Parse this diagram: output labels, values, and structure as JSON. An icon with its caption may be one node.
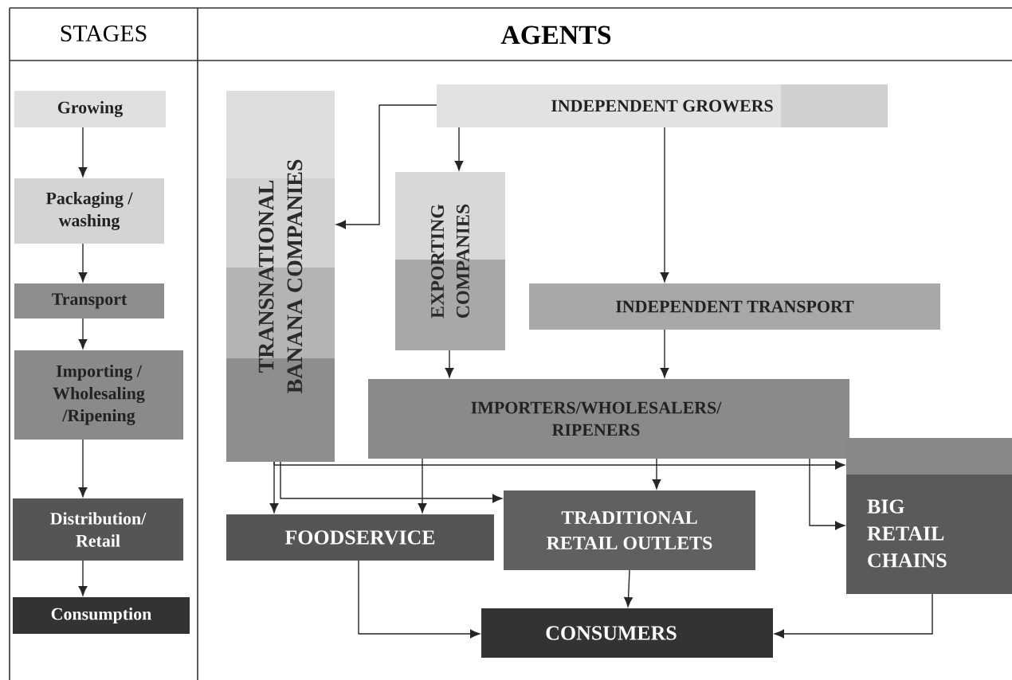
{
  "diagram": {
    "nodes": [
      {
        "text": [
          "Growing"
        ]
      },
      {
        "text": [
          "Packaging / washing"
        ]
      },
      {
        "text": [
          "Transport"
        ]
      },
      {
        "text": [
          "Importing / Wholesaling /Ripening"
        ]
      },
      {
        "text": [
          "Distribution/ Retail"
        ]
      },
      {
        "text": [
          "Consumption"
        ]
      },
      {
        "text": [
          "TRANSNATIONAL BANANA COMPANIES"
        ]
      },
      {
        "text": [
          "INDEPENDENT GROWERS"
        ]
      },
      {
        "text": [
          "EXPORTING COMPANIES"
        ]
      },
      {
        "text": [
          "INDEPENDENT TRANSPORT"
        ]
      },
      {
        "text": [
          "IMPORTERS/WHOLESALERS/ RIPENERS"
        ]
      },
      {
        "text": [
          "FOODSERVICE"
        ]
      },
      {
        "text": [
          "TRADITIONAL RETAIL OUTLETS"
        ]
      },
      {
        "text": [
          "BIG RETAIL CHAINS"
        ]
      },
      {
        "text": [
          "CONSUMERS"
        ]
      }
    ],
    "edges": [
      {
        "from": 0,
        "to": 1,
        "arrow": "to"
      },
      {
        "from": 1,
        "to": 2,
        "arrow": "to"
      },
      {
        "from": 2,
        "to": 3,
        "arrow": "to"
      },
      {
        "from": 3,
        "to": 4,
        "arrow": "to"
      },
      {
        "from": 4,
        "to": 5,
        "arrow": "to"
      },
      {
        "from": 7,
        "to": 6,
        "arrow": "to"
      },
      {
        "from": 7,
        "to": 8,
        "arrow": "to"
      },
      {
        "from": 7,
        "to": 9,
        "arrow": "to"
      },
      {
        "from": 8,
        "to": 10,
        "arrow": "to"
      },
      {
        "from": 9,
        "to": 10,
        "arrow": "to"
      },
      {
        "from": 6,
        "to": 11,
        "arrow": "to"
      },
      {
        "from": 10,
        "to": 11,
        "arrow": "to"
      },
      {
        "from": 6,
        "to": 12,
        "arrow": "to"
      },
      {
        "from": 6,
        "to": 13,
        "arrow": "to"
      },
      {
        "from": 10,
        "to": 12,
        "arrow": "to"
      },
      {
        "from": 10,
        "to": 13,
        "arrow": "to"
      },
      {
        "from": 11,
        "to": 14,
        "arrow": "to"
      },
      {
        "from": 12,
        "to": 14,
        "arrow": "to"
      },
      {
        "from": 13,
        "to": 14,
        "arrow": "to"
      }
    ],
    "labels": [
      "STAGES",
      "AGENTS"
    ]
  }
}
